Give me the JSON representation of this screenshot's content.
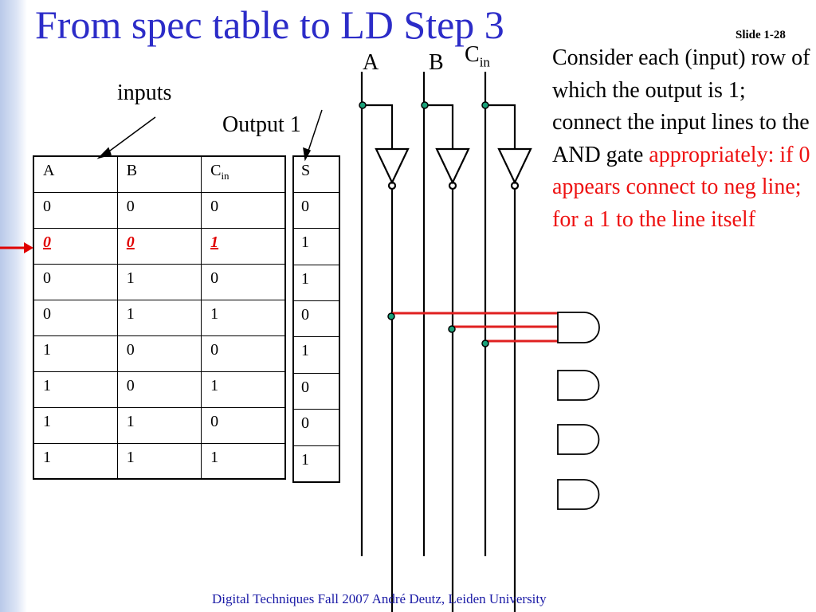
{
  "slide": {
    "title": "From spec table to LD Step 3",
    "slide_number": "Slide 1-28",
    "footer": "Digital Techniques Fall 2007 André Deutz, Leiden University"
  },
  "labels": {
    "inputs": "inputs",
    "output": "Output 1",
    "line_a": "A",
    "line_b": "B",
    "line_c_main": "C",
    "line_c_sub": "in"
  },
  "spec_table": {
    "headers": [
      "A",
      "B",
      "C"
    ],
    "header_c_sub": "in",
    "rows": [
      [
        "0",
        "0",
        "0"
      ],
      [
        "0",
        "0",
        "1"
      ],
      [
        "0",
        "1",
        "0"
      ],
      [
        "0",
        "1",
        "1"
      ],
      [
        "1",
        "0",
        "0"
      ],
      [
        "1",
        "0",
        "1"
      ],
      [
        "1",
        "1",
        "0"
      ],
      [
        "1",
        "1",
        "1"
      ]
    ],
    "highlighted_row": 1
  },
  "output_table": {
    "header": "S",
    "values": [
      "0",
      "1",
      "1",
      "0",
      "1",
      "0",
      "0",
      "1"
    ]
  },
  "explanation": {
    "black_text": "Consider each (input) row of which the output is 1; connect the input lines to the AND gate",
    "red_text": "appropriately: if 0 appears connect to neg line; for  a 1 to the line itself"
  },
  "colors": {
    "title": "#2c2cc8",
    "footer": "#1a1aa6",
    "highlight": "#e00000",
    "wire_connection": "#e02020",
    "node_fill": "#1aa37a"
  }
}
